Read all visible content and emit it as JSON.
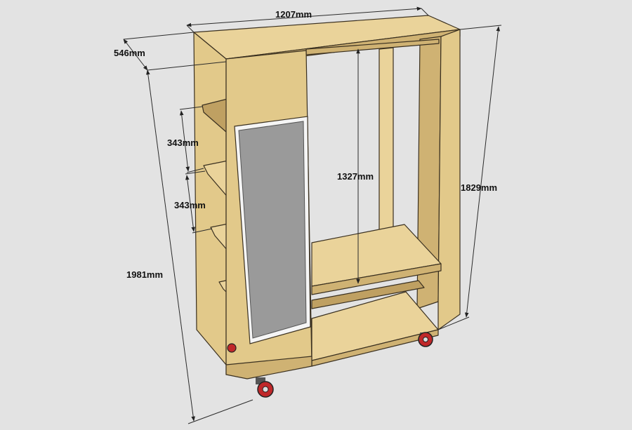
{
  "dimensions": {
    "width": "1207mm",
    "depth": "546mm",
    "height_total": "1981mm",
    "height_body": "1829mm",
    "hanging_clearance": "1327mm",
    "shelf_spacing_upper": "343mm",
    "shelf_spacing_lower": "343mm"
  },
  "colors": {
    "background": "#e3e3e3",
    "wood": "#e2c98a",
    "mirror": "#9a9a9a",
    "caster_wheel": "#c0282a"
  }
}
